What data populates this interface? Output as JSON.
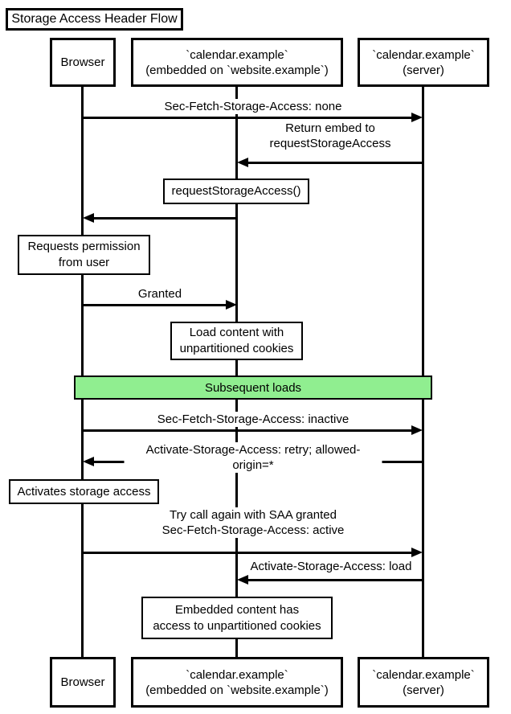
{
  "title": "Storage Access Header Flow",
  "colors": {
    "line": "#000000",
    "box_fill": "#ffffff",
    "band_fill": "#90EE90",
    "background": "#ffffff",
    "text": "#000000"
  },
  "actors": [
    {
      "id": "browser",
      "label": "Browser"
    },
    {
      "id": "embed",
      "label": "`calendar.example`\n(embedded on `website.example`)"
    },
    {
      "id": "server",
      "label": "`calendar.example`\n(server)"
    }
  ],
  "flow": [
    {
      "type": "arrow",
      "from": "browser",
      "to": "server",
      "label": "Sec-Fetch-Storage-Access: none"
    },
    {
      "type": "arrow",
      "from": "server",
      "to": "embed",
      "label": "Return embed to\nrequestStorageAccess"
    },
    {
      "type": "note",
      "over": "embed",
      "label": "requestStorageAccess()"
    },
    {
      "type": "arrow",
      "from": "embed",
      "to": "browser",
      "label": ""
    },
    {
      "type": "note",
      "over": "browser",
      "label": "Requests permission\nfrom user"
    },
    {
      "type": "arrow",
      "from": "browser",
      "to": "embed",
      "label": "Granted"
    },
    {
      "type": "note",
      "over": "embed",
      "label": "Load content with\nunpartitioned cookies"
    },
    {
      "type": "band",
      "label": "Subsequent loads"
    },
    {
      "type": "arrow",
      "from": "browser",
      "to": "server",
      "label": "Sec-Fetch-Storage-Access: inactive"
    },
    {
      "type": "arrow",
      "from": "server",
      "to": "browser",
      "label": "Activate-Storage-Access: retry; allowed-origin=*"
    },
    {
      "type": "note",
      "over": "browser",
      "label": "Activates storage access"
    },
    {
      "type": "arrow",
      "from": "browser",
      "to": "server",
      "label": "Try call again with SAA granted\nSec-Fetch-Storage-Access: active"
    },
    {
      "type": "arrow",
      "from": "server",
      "to": "embed",
      "label": "Activate-Storage-Access: load"
    },
    {
      "type": "note",
      "over": "embed",
      "label": "Embedded content has\naccess to unpartitioned cookies"
    }
  ]
}
